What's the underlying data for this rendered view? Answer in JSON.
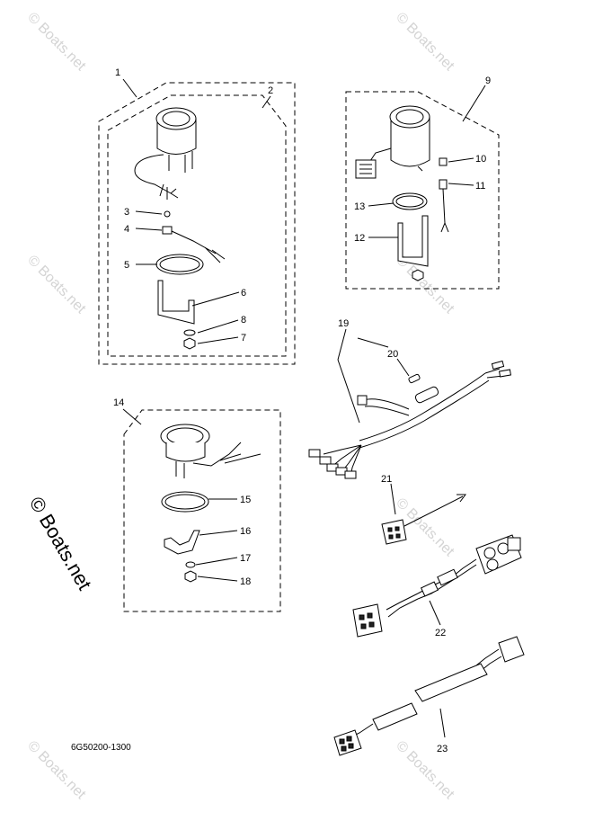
{
  "watermark": {
    "text": "© Boats.net"
  },
  "diagram_code": "6G50200-1300",
  "callouts": {
    "c1": "1",
    "c2": "2",
    "c3": "3",
    "c4": "4",
    "c5": "5",
    "c6": "6",
    "c7": "7",
    "c8": "8",
    "c9": "9",
    "c10": "10",
    "c11": "11",
    "c12": "12",
    "c13": "13",
    "c14": "14",
    "c15": "15",
    "c16": "16",
    "c17": "17",
    "c18": "18",
    "c19": "19",
    "c20": "20",
    "c21": "21",
    "c22": "22",
    "c23": "23"
  }
}
